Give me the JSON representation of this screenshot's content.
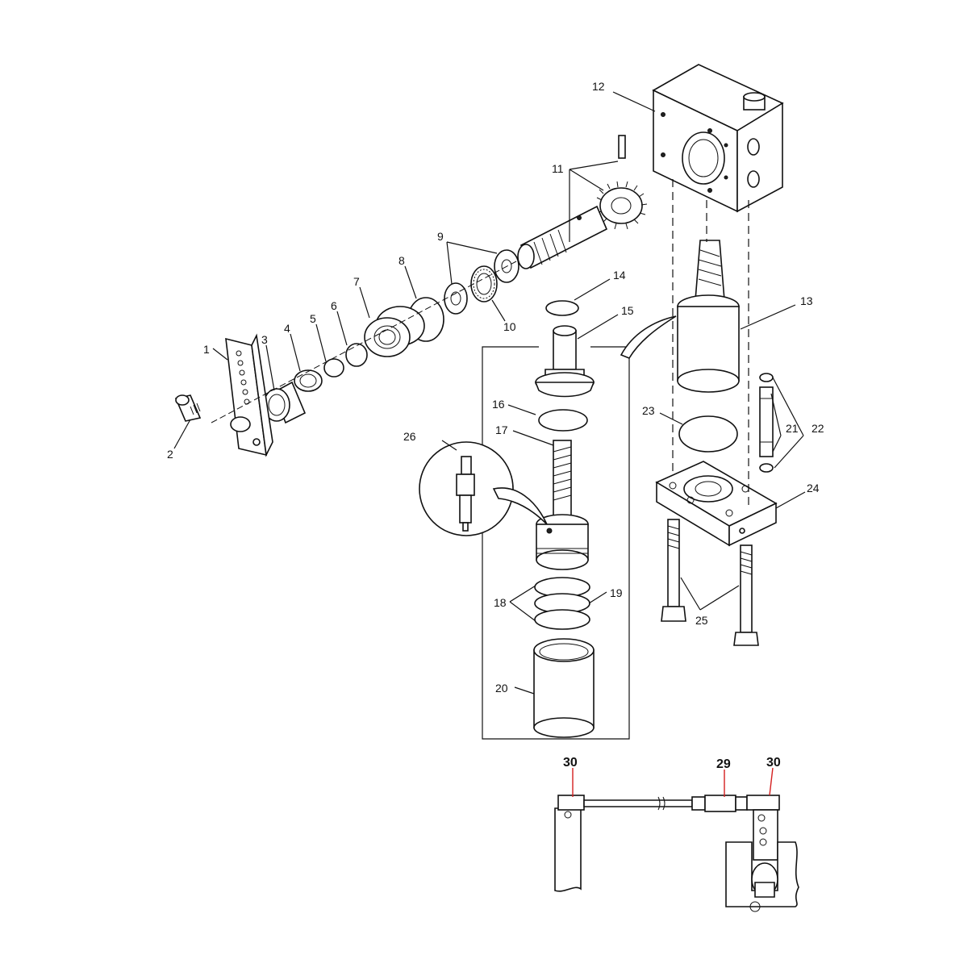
{
  "figure": {
    "callouts": [
      "1",
      "2",
      "3",
      "4",
      "5",
      "6",
      "7",
      "8",
      "9",
      "10",
      "11",
      "12",
      "13",
      "14",
      "15",
      "16",
      "17",
      "18",
      "19",
      "20",
      "21",
      "22",
      "23",
      "24",
      "25",
      "26"
    ],
    "inset_callouts": [
      "30",
      "29",
      "30"
    ],
    "colors": {
      "line": "#111111",
      "leader_highlight": "#d42020",
      "background": "#ffffff"
    }
  }
}
